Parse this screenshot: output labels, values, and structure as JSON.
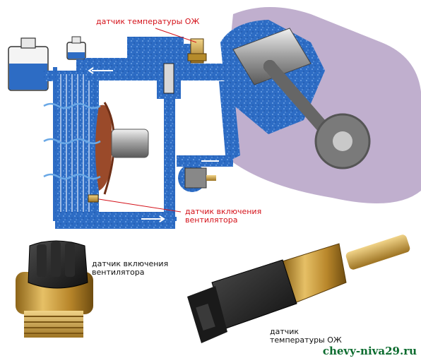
{
  "labels": {
    "coolant_temp_top": "датчик температуры ОЖ",
    "fan_switch_mid_line1": "датчик включения",
    "fan_switch_mid_line2": "вентилятора",
    "fan_switch_photo_line1": "датчик включения",
    "fan_switch_photo_line2": "вентилятора",
    "coolant_temp_photo_line1": "датчик",
    "coolant_temp_photo_line2": "температуры ОЖ"
  },
  "watermark": "chevy-niva29.ru",
  "colors": {
    "coolant_blue": "#2f6fc7",
    "label_red": "#d4121a",
    "engine_lilac": "#b9a6c9",
    "fan_brown": "#9a4a2a",
    "brass": "#c8962f",
    "watermark_green": "#0b6b2e"
  }
}
